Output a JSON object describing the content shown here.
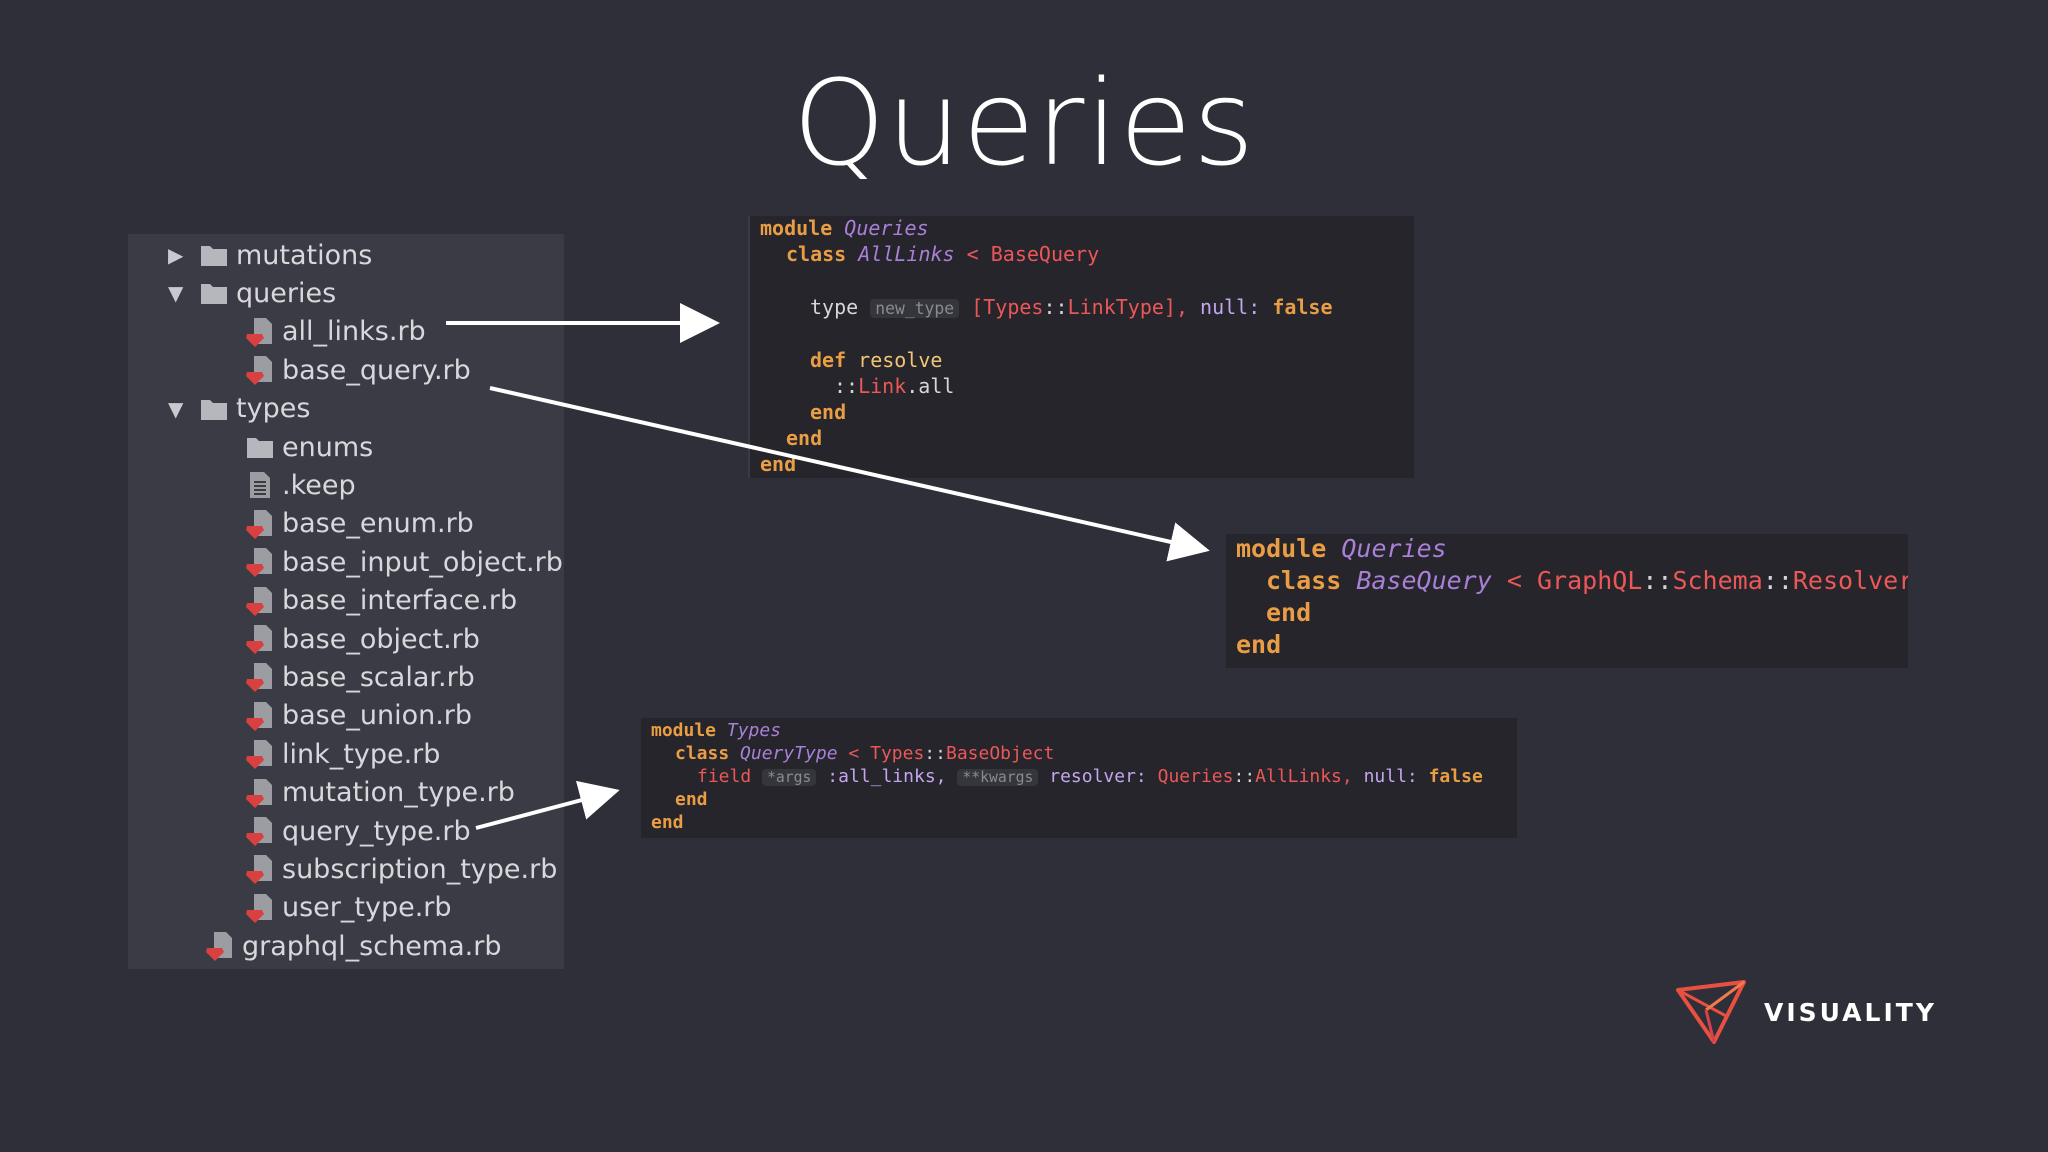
{
  "slide": {
    "title": "Queries"
  },
  "tree": {
    "items": [
      {
        "label": "mutations",
        "kind": "folder",
        "toggle": "▶",
        "level": 0
      },
      {
        "label": "queries",
        "kind": "folder",
        "toggle": "▼",
        "level": 0
      },
      {
        "label": "all_links.rb",
        "kind": "ruby",
        "toggle": "",
        "level": 1
      },
      {
        "label": "base_query.rb",
        "kind": "ruby",
        "toggle": "",
        "level": 1
      },
      {
        "label": "types",
        "kind": "folder",
        "toggle": "▼",
        "level": 0
      },
      {
        "label": "enums",
        "kind": "folder",
        "toggle": "",
        "level": 1
      },
      {
        "label": ".keep",
        "kind": "text",
        "toggle": "",
        "level": 1
      },
      {
        "label": "base_enum.rb",
        "kind": "ruby",
        "toggle": "",
        "level": 1
      },
      {
        "label": "base_input_object.rb",
        "kind": "ruby",
        "toggle": "",
        "level": 1
      },
      {
        "label": "base_interface.rb",
        "kind": "ruby",
        "toggle": "",
        "level": 1
      },
      {
        "label": "base_object.rb",
        "kind": "ruby",
        "toggle": "",
        "level": 1
      },
      {
        "label": "base_scalar.rb",
        "kind": "ruby",
        "toggle": "",
        "level": 1
      },
      {
        "label": "base_union.rb",
        "kind": "ruby",
        "toggle": "",
        "level": 1
      },
      {
        "label": "link_type.rb",
        "kind": "ruby",
        "toggle": "",
        "level": 1
      },
      {
        "label": "mutation_type.rb",
        "kind": "ruby",
        "toggle": "",
        "level": 1
      },
      {
        "label": "query_type.rb",
        "kind": "ruby",
        "toggle": "",
        "level": 1
      },
      {
        "label": "subscription_type.rb",
        "kind": "ruby",
        "toggle": "",
        "level": 1
      },
      {
        "label": "user_type.rb",
        "kind": "ruby",
        "toggle": "",
        "level": 1
      },
      {
        "label": "graphql_schema.rb",
        "kind": "ruby",
        "toggle": "",
        "level": "root"
      }
    ]
  },
  "code_all_links": {
    "l1_kw": "module",
    "l1_name": "Queries",
    "l2_kw": "class",
    "l2_name": "AllLinks",
    "l2_op": "<",
    "l2_parent": "BaseQuery",
    "l3_word": "type",
    "l3_hint": "new_type",
    "l3_open": "[",
    "l3_ns": "Types",
    "l3_sep": "::",
    "l3_cls": "LinkType",
    "l3_close": "],",
    "l3_key": "null:",
    "l3_val": "false",
    "l4_kw": "def",
    "l4_name": "resolve",
    "l5_sep": "::",
    "l5_cls": "Link",
    "l5_call": ".all",
    "l6_kw": "end",
    "l7_kw": "end",
    "l8_kw": "end"
  },
  "code_base_query": {
    "l1_kw": "module",
    "l1_name": "Queries",
    "l2_kw": "class",
    "l2_name": "BaseQuery",
    "l2_op": "<",
    "l2_ns": "GraphQL",
    "l2_sep1": "::",
    "l2_ns2": "Schema",
    "l2_sep2": "::",
    "l2_cls": "Resolver",
    "l3_kw": "end",
    "l4_kw": "end"
  },
  "code_query_type": {
    "l1_kw": "module",
    "l1_name": "Types",
    "l2_kw": "class",
    "l2_name": "QueryType",
    "l2_op": "<",
    "l2_ns": "Types",
    "l2_sep": "::",
    "l2_cls": "BaseObject",
    "l3_word": "field",
    "l3_hint1": "*args",
    "l3_sym": ":all_links,",
    "l3_hint2": "**kwargs",
    "l3_key": "resolver:",
    "l3_ns": "Queries",
    "l3_sep": "::",
    "l3_cls": "AllLinks,",
    "l3_key2": "null:",
    "l3_val": "false",
    "l4_kw": "end",
    "l5_kw": "end"
  },
  "logo": {
    "text": "VISUALITY"
  },
  "colors": {
    "background": "#2e2f39",
    "tree_bg": "#3a3b44",
    "code_bg": "#25252b",
    "keyword": "#e99d44",
    "class_name": "#a980d8",
    "constant": "#ec5757",
    "ruby_icon": "#d94040"
  }
}
